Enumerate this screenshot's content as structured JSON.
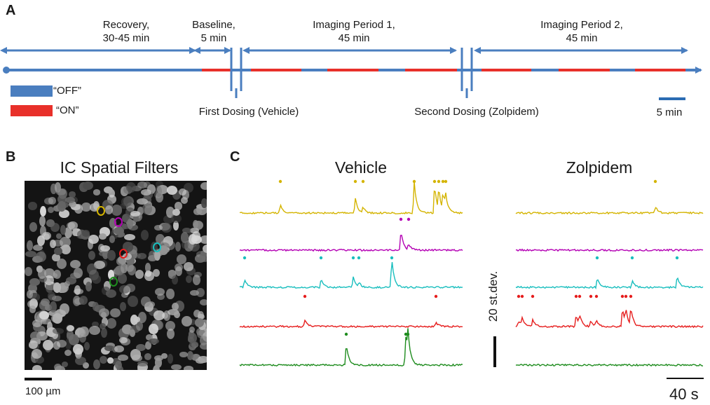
{
  "panelA": {
    "letter": "A",
    "periods": [
      {
        "name": "recovery",
        "text": "Recovery,\n30-45 min"
      },
      {
        "name": "baseline",
        "text": "Baseline,\n5 min"
      },
      {
        "name": "imaging-1",
        "text": "Imaging Period 1,\n45 min"
      },
      {
        "name": "imaging-2",
        "text": "Imaging Period 2,\n45 min"
      }
    ],
    "legend": {
      "off": "“OFF”",
      "on": "“ON”"
    },
    "dosing": {
      "first": "First Dosing (Vehicle)",
      "second": "Second Dosing (Zolpidem)"
    },
    "scalebar": "5 min",
    "colors": {
      "off": "#4a7ebf",
      "on": "#e8302a",
      "line": "#4a7ebf"
    }
  },
  "panelB": {
    "letter": "B",
    "title": "IC Spatial Filters",
    "scalebar": "100 µm"
  },
  "panelC": {
    "letter": "C",
    "vehicle_title": "Vehicle",
    "zolpidem_title": "Zolpidem",
    "y_scalebar": "20 st.dev.",
    "x_scalebar": "40 s",
    "trace_colors": [
      "#d4b400",
      "#b400b4",
      "#19bebe",
      "#e61e1e",
      "#1e8c1e"
    ]
  }
}
